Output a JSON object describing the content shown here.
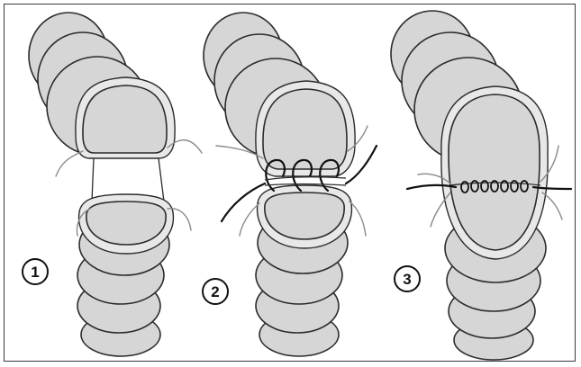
{
  "steps": [
    {
      "number": "1"
    },
    {
      "number": "2"
    },
    {
      "number": "3"
    }
  ],
  "colors": {
    "tissue_fill": "#d6d6d6",
    "outline": "#2b2b2b",
    "thread_dark": "#111111",
    "thread_light": "#8a8a8a",
    "frame_border": "#3a3a3a",
    "background": "#ffffff"
  }
}
